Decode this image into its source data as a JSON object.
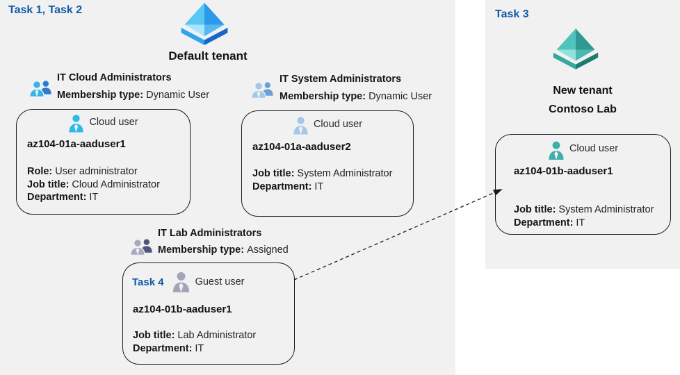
{
  "labels": {
    "task_left": "Task 1, Task 2",
    "task_right": "Task 3"
  },
  "tenants": {
    "default_tenant": {
      "name": "Default tenant"
    },
    "new_tenant": {
      "line1": "New tenant",
      "line2": "Contoso Lab"
    }
  },
  "groups": [
    {
      "name": "IT Cloud Administrators",
      "membership_label": "Membership type:",
      "membership_value": "Dynamic User"
    },
    {
      "name": "IT System Administrators",
      "membership_label": "Membership type:",
      "membership_value": "Dynamic User"
    },
    {
      "name": "IT Lab Administrators",
      "membership_label": "Membership type:",
      "membership_value": "Assigned"
    }
  ],
  "cards": [
    {
      "type_label": "Cloud user",
      "name": "az104-01a-aaduser1",
      "attributes": [
        {
          "label": "Role:",
          "value": "User administrator"
        },
        {
          "label": "Job title:",
          "value": "Cloud Administrator"
        },
        {
          "label": "Department:",
          "value": "IT"
        }
      ]
    },
    {
      "type_label": "Cloud user",
      "name": "az104-01a-aaduser2",
      "attributes": [
        {
          "label": "Job title:",
          "value": "System Administrator"
        },
        {
          "label": "Department:",
          "value": "IT"
        }
      ]
    },
    {
      "task_label": "Task 4",
      "type_label": "Guest user",
      "name": "az104-01b-aaduser1",
      "attributes": [
        {
          "label": "Job title:",
          "value": "Lab Administrator"
        },
        {
          "label": "Department:",
          "value": "IT"
        }
      ]
    },
    {
      "type_label": "Cloud user",
      "name": "az104-01b-aaduser1",
      "attributes": [
        {
          "label": "Job title:",
          "value": "System Administrator"
        },
        {
          "label": "Department:",
          "value": "IT"
        }
      ]
    }
  ],
  "icons": {
    "default_tenant": "azure-ad-tenant-icon-blue",
    "new_tenant": "azure-ad-tenant-icon-teal",
    "group": "two-users-group-icon",
    "cloud_user": "single-user-icon",
    "guest_user": "single-user-icon"
  },
  "colors": {
    "task_label_blue": "#0f59a8",
    "panel_gray": "#f1f1f1",
    "card_border": "#1c1c1c",
    "tenant_blue_light": "#58c7f2",
    "tenant_blue_dark": "#2d99ec",
    "tenant_teal_light": "#4fc4bb",
    "tenant_teal_dark": "#2d9990",
    "user_cyan": "#27bce6",
    "user_pale_blue": "#a5c8ea",
    "user_gray": "#a2a5b8",
    "user_teal": "#3eaea7",
    "group_blue_front": "#35b4e8",
    "group_blue_back": "#2e7cd2",
    "group_pale_front": "#a5c8ea",
    "group_pale_back": "#6d9fd8",
    "group_gray_front": "#a7aabf",
    "group_gray_back": "#50547a"
  }
}
